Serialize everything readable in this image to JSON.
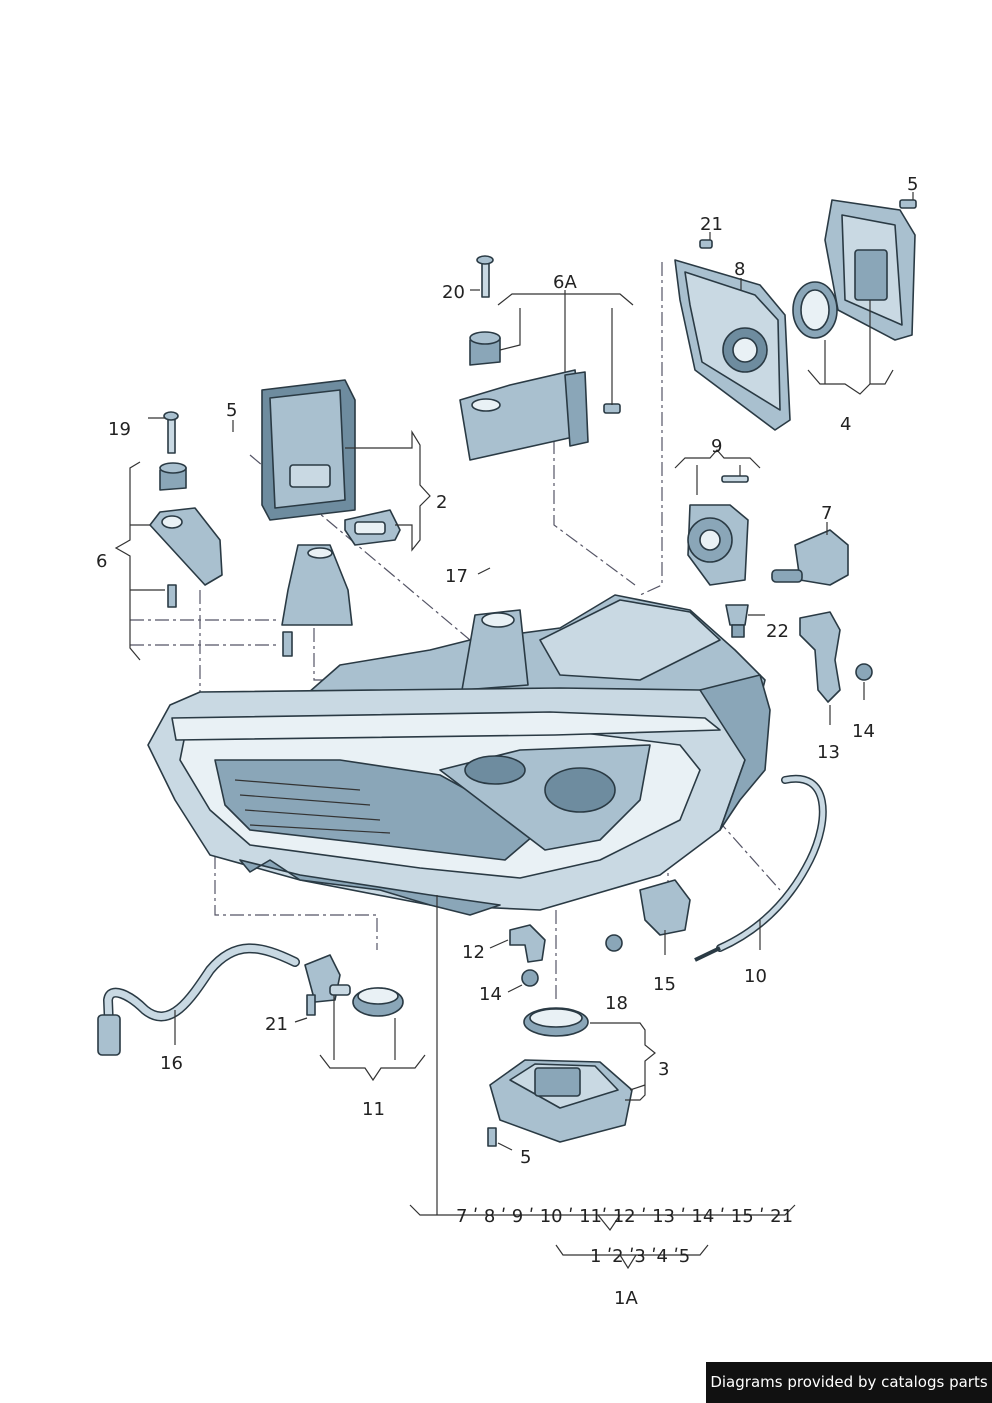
{
  "callouts": {
    "c1A": "1A",
    "c2": "2",
    "c3": "3",
    "c4": "4",
    "c5_top": "5",
    "c5_mid": "5",
    "c5_bottom": "5",
    "c6": "6",
    "c6A": "6A",
    "c7": "7",
    "c8": "8",
    "c9": "9",
    "c10": "10",
    "c11": "11",
    "c12": "12",
    "c13": "13",
    "c14_right": "14",
    "c14_bottom": "14",
    "c15": "15",
    "c16": "16",
    "c17": "17",
    "c18": "18",
    "c19": "19",
    "c20": "20",
    "c21_top": "21",
    "c21_bottom": "21",
    "c22": "22"
  },
  "bottom_groups": {
    "row1": "7 ʹ 8 ʹ 9 ʹ 10 ʹ 11ʹ 12 ʹ 13 ʹ 14 ʹ 15 ʹ 21",
    "row2": "1 ʹ2 ʹ3 ʹ4 ʹ5"
  },
  "footer": "Diagrams provided by catalogs parts",
  "colors": {
    "line": "#2a3a44",
    "fill_light": "#c9d9e3",
    "fill_mid": "#a9c0cf",
    "fill_dark": "#6e8c9f",
    "footer_bg": "#111111"
  }
}
